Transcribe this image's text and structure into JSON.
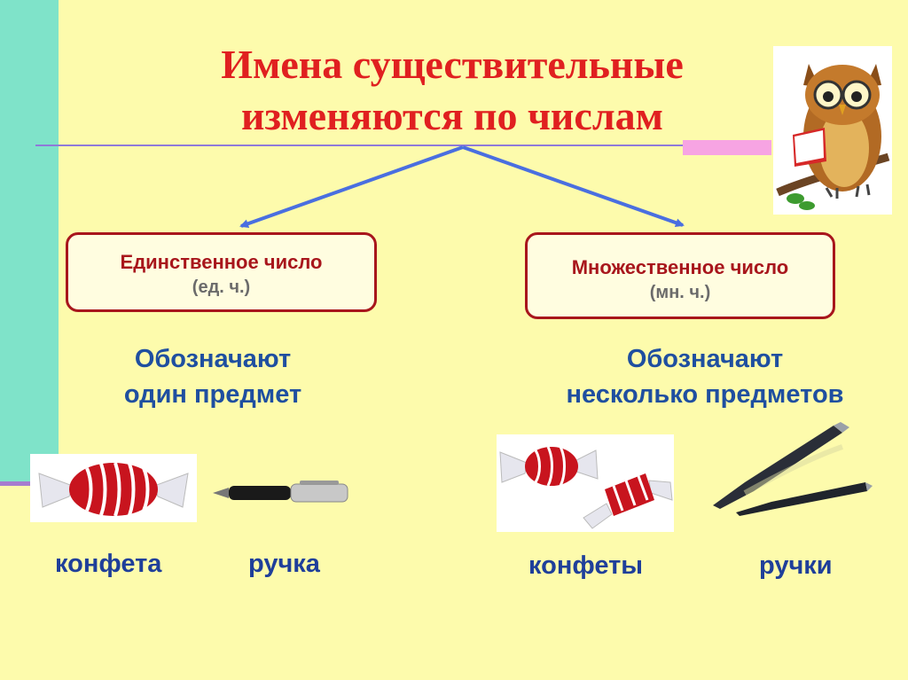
{
  "title": {
    "line1": "Имена существительные",
    "line2": "изменяются по числам"
  },
  "singular": {
    "label": "Единственное число",
    "abbr": "(ед. ч.)",
    "desc_line1": "Обозначают",
    "desc_line2": "один предмет"
  },
  "plural": {
    "label": "Множественное число",
    "abbr": "(мн. ч.)",
    "desc_line1": "Обозначают",
    "desc_line2": "несколько предметов"
  },
  "examples": {
    "candy": "конфета",
    "pen": "ручка",
    "candies": "конфеты",
    "pens": "ручки"
  },
  "colors": {
    "background": "#fdfbac",
    "title": "#e02020",
    "box_border": "#a8161c",
    "text_blue": "#1f4fa0",
    "arrow": "#4a6fe0",
    "left_strip": "#7fe3c9"
  },
  "icons": [
    "owl-reading-book-icon",
    "candy-icon",
    "pen-icon"
  ]
}
